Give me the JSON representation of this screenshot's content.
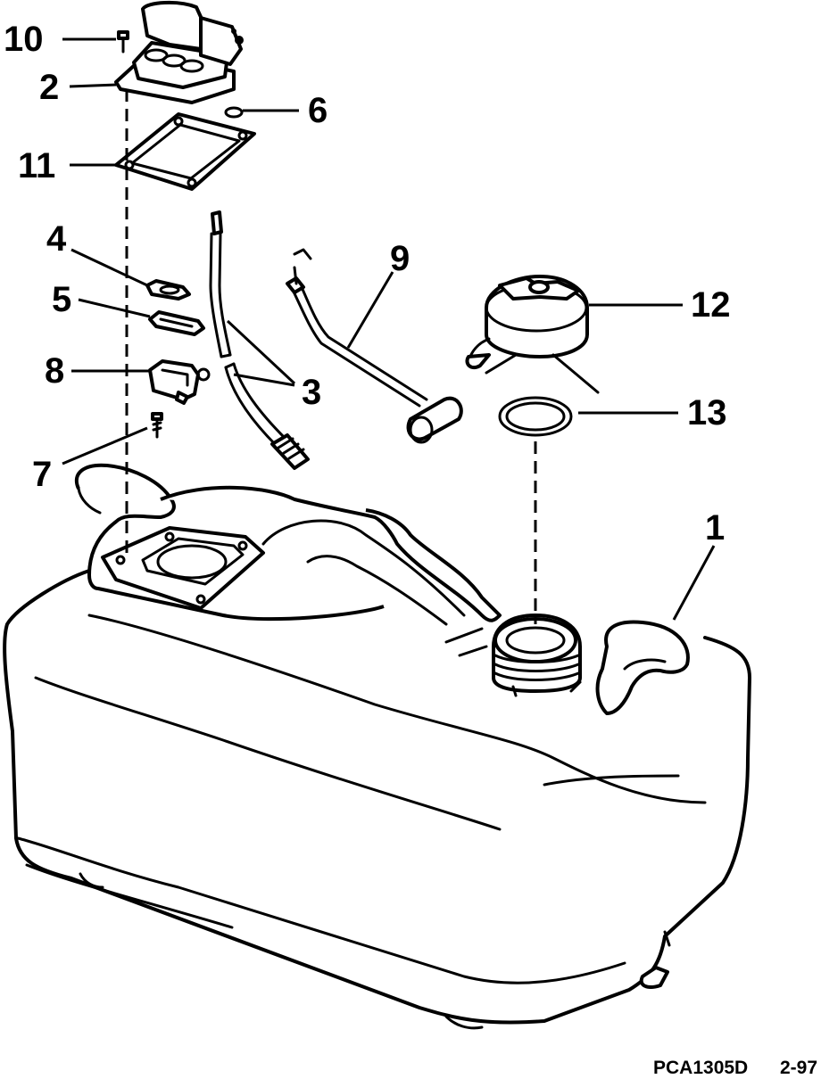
{
  "callouts": {
    "c1": "1",
    "c2": "2",
    "c3": "3",
    "c4": "4",
    "c5": "5",
    "c6": "6",
    "c7": "7",
    "c8": "8",
    "c9": "9",
    "c10": "10",
    "c11": "11",
    "c12": "12",
    "c13": "13"
  },
  "footer": {
    "code": "PCA1305D",
    "date": "2-97"
  }
}
